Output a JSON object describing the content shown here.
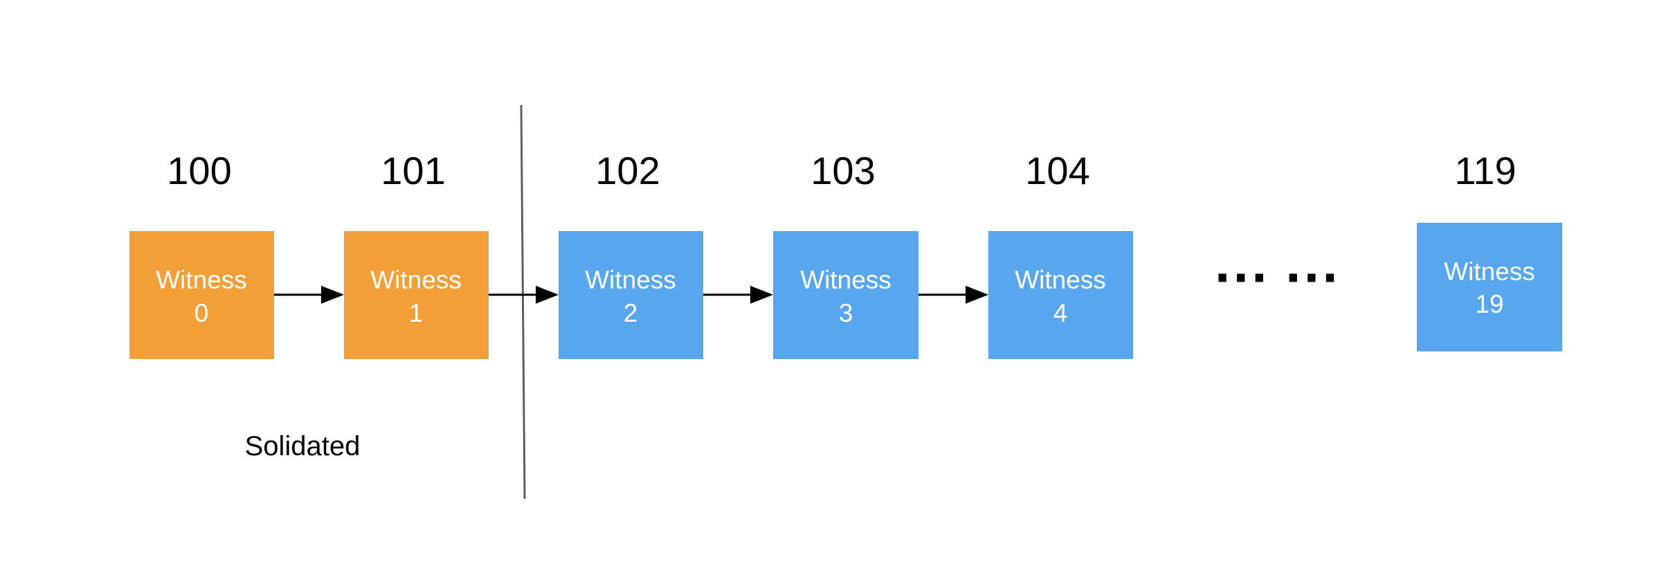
{
  "colors": {
    "solidified": "#F29F38",
    "pending": "#58A6EE",
    "arrow": "#000000",
    "divider": "#5f5f5f",
    "label_text": "#ffffff"
  },
  "blocks": [
    {
      "number": "100",
      "label_line1": "Witness",
      "label_line2": "0",
      "state": "solidified"
    },
    {
      "number": "101",
      "label_line1": "Witness",
      "label_line2": "1",
      "state": "solidified"
    },
    {
      "number": "102",
      "label_line1": "Witness",
      "label_line2": "2",
      "state": "pending"
    },
    {
      "number": "103",
      "label_line1": "Witness",
      "label_line2": "3",
      "state": "pending"
    },
    {
      "number": "104",
      "label_line1": "Witness",
      "label_line2": "4",
      "state": "pending"
    },
    {
      "number": "119",
      "label_line1": "Witness",
      "label_line2": "19",
      "state": "pending"
    }
  ],
  "ellipsis": "···  ···",
  "divider_caption": "Solidated"
}
